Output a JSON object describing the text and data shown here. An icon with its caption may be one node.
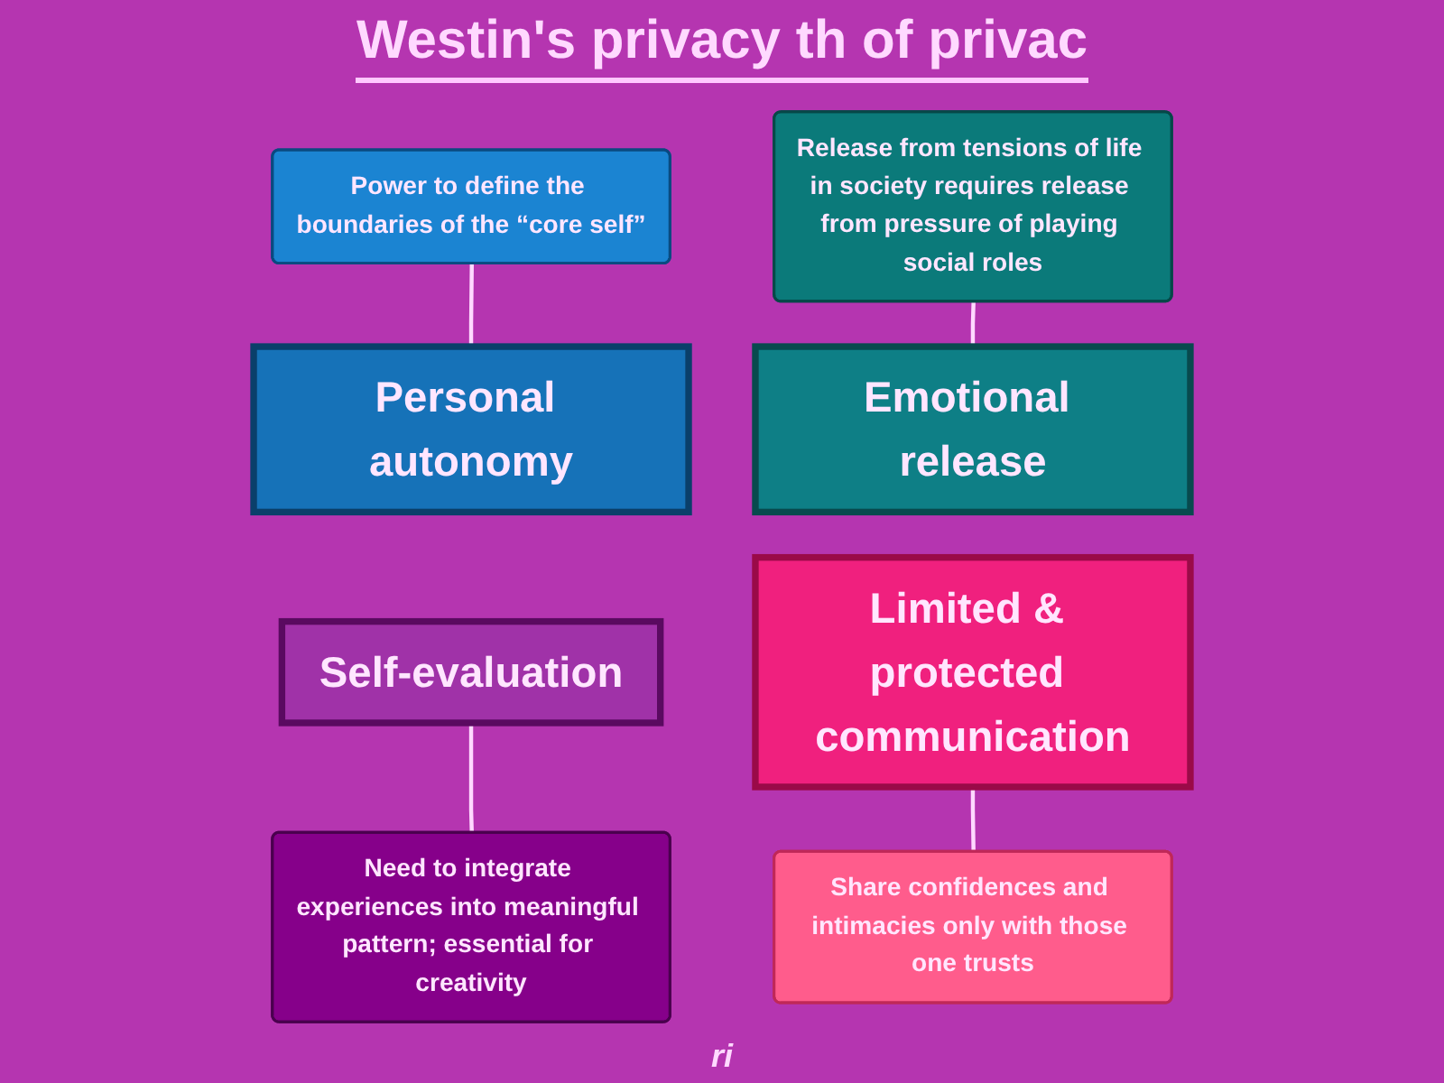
{
  "diagram": {
    "title": "Westin's privacy th of privac",
    "nodes": [
      {
        "text": [
          "Power to define the boundaries of the “core self”"
        ]
      },
      {
        "text": [
          "Release from tensions of life in society requires release from pressure of playing social roles"
        ]
      },
      {
        "text": [
          "Personal autonomy"
        ]
      },
      {
        "text": [
          "Emotional release"
        ]
      },
      {
        "text": [
          "Self-evaluation"
        ]
      },
      {
        "text": [
          "Limited & protected communication"
        ]
      },
      {
        "text": [
          "Need to integrate experiences into meaningful pattern; essential for creativity"
        ]
      },
      {
        "text": [
          "Share confidences and intimacies only with those one trusts"
        ]
      }
    ],
    "edges": [
      {
        "from": 0,
        "to": 2,
        "arrow": "none"
      },
      {
        "from": 1,
        "to": 3,
        "arrow": "none"
      },
      {
        "from": 6,
        "to": 4,
        "arrow": "none"
      },
      {
        "from": 7,
        "to": 5,
        "arrow": "none"
      }
    ],
    "labels": [
      "ri"
    ]
  }
}
